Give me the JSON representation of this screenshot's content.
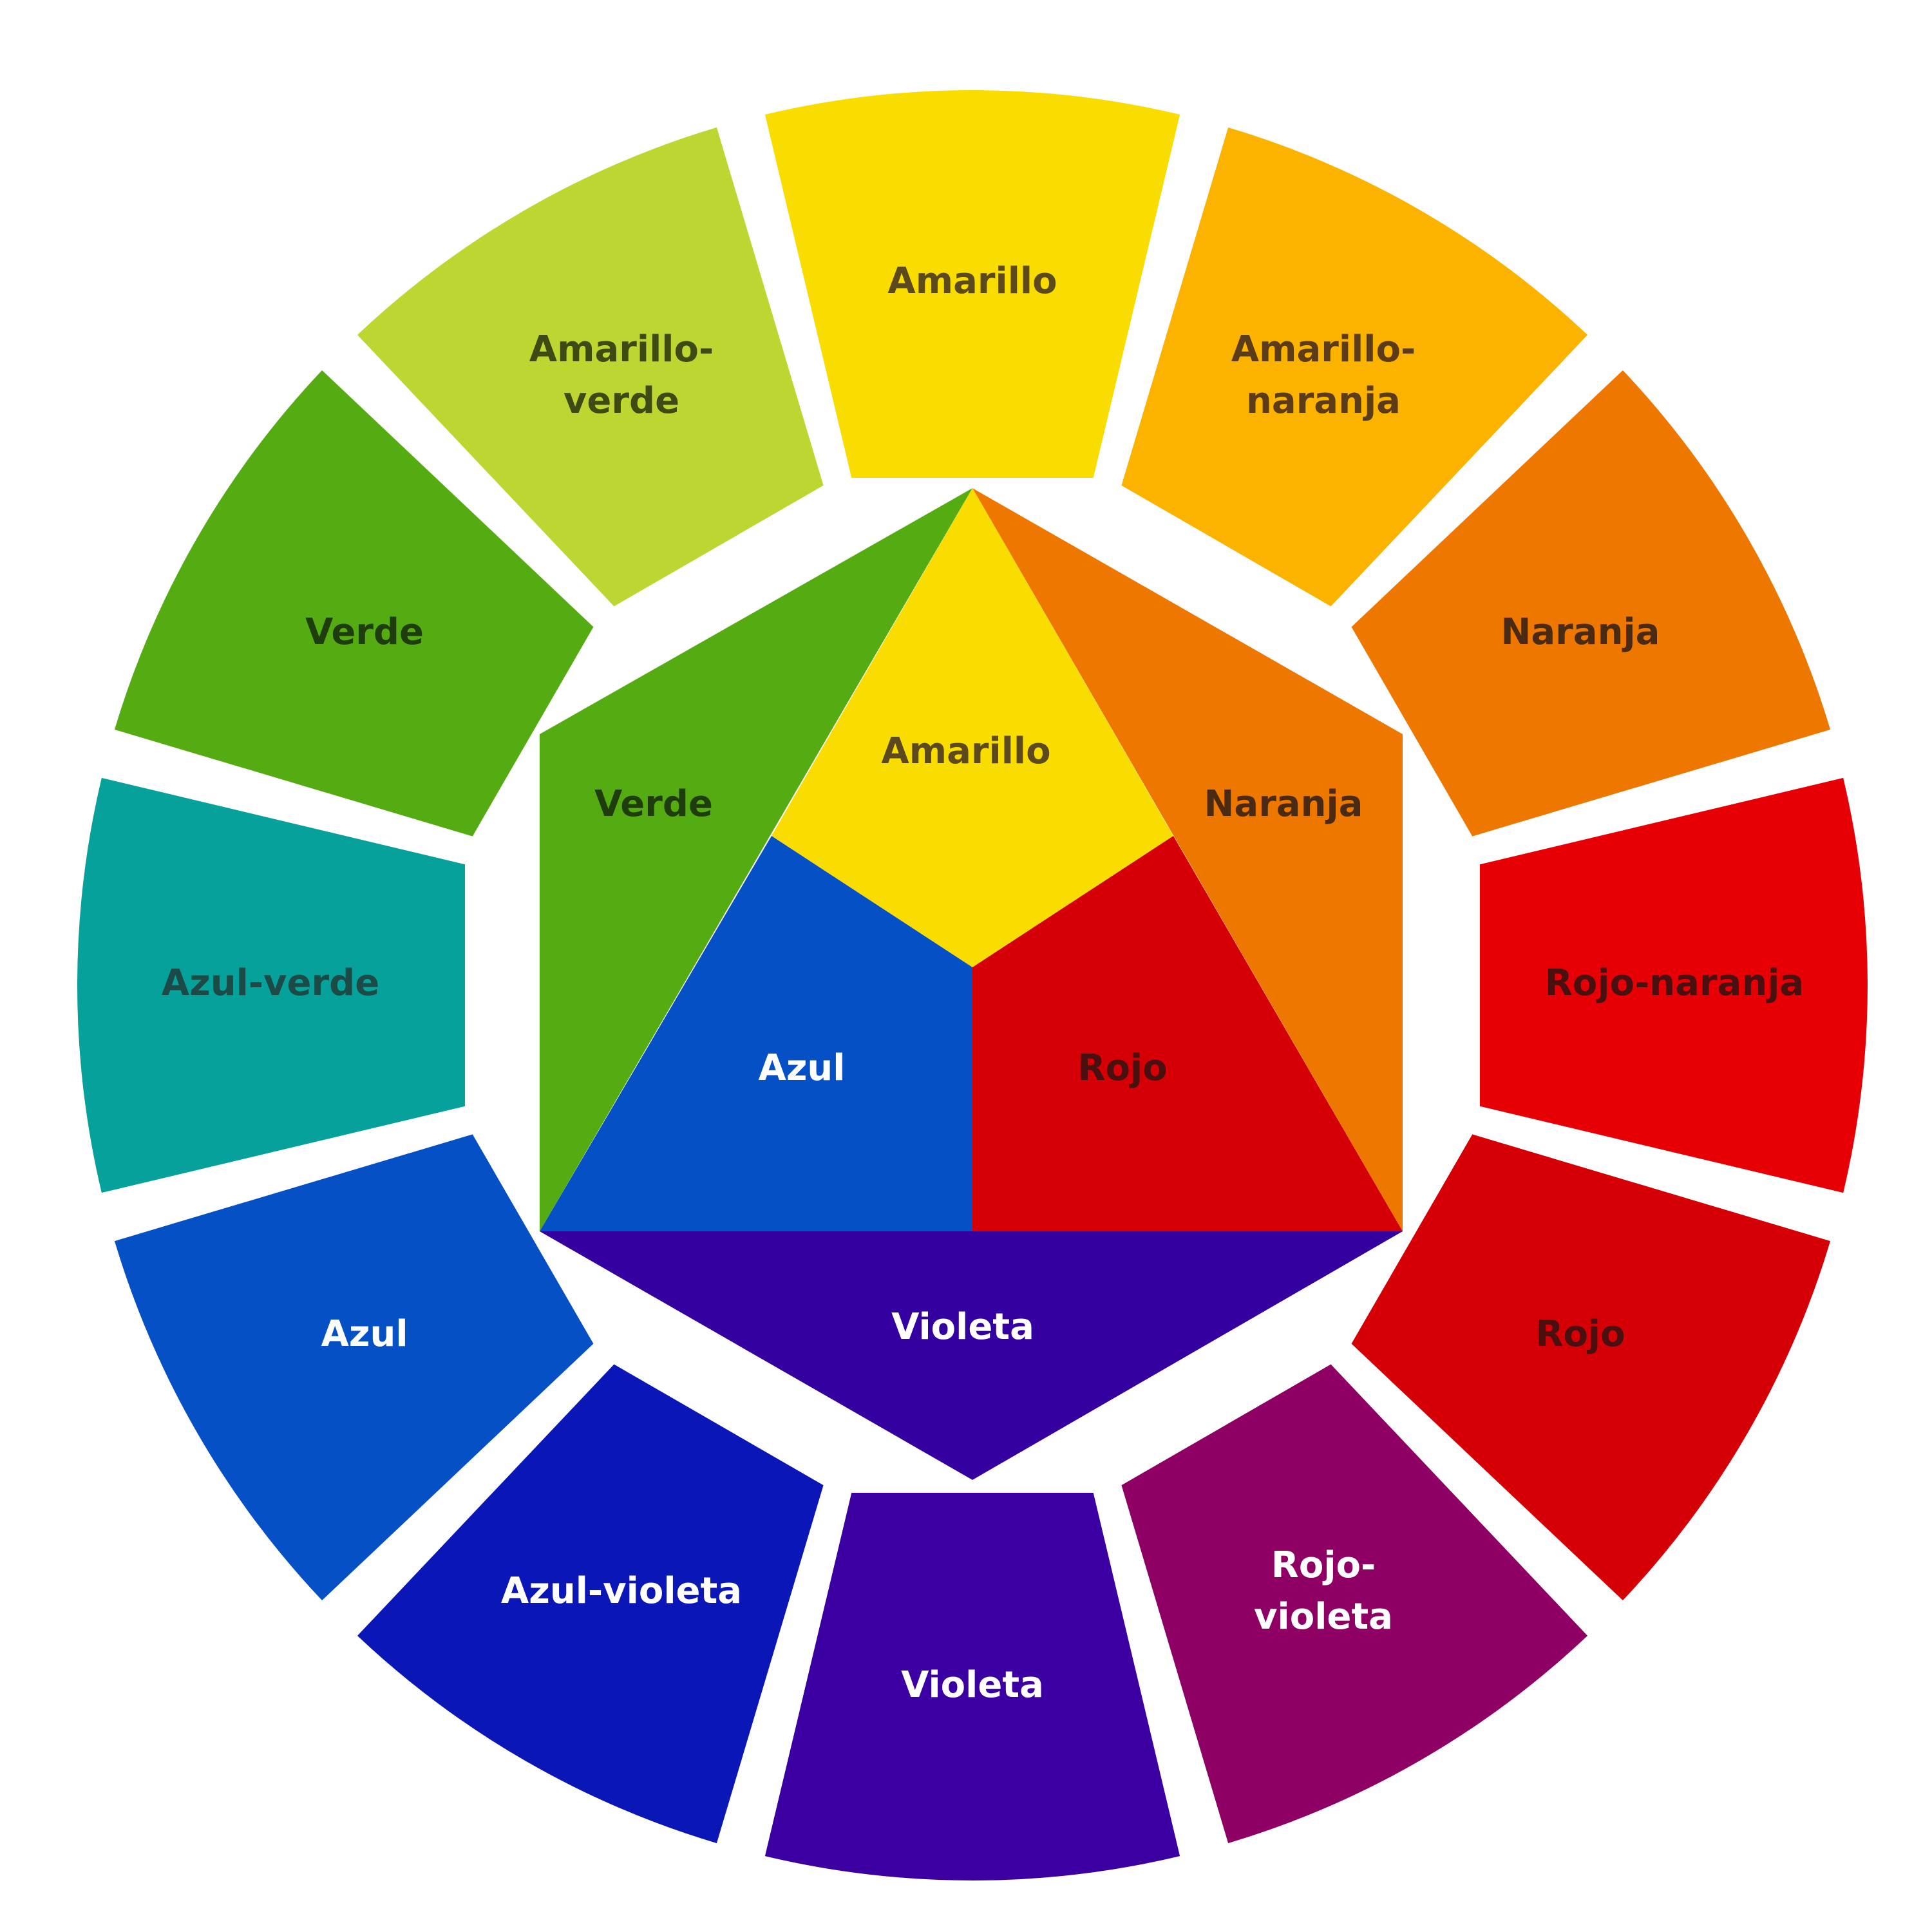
{
  "outer_ring": [
    {
      "lines": [
        "Amarillo"
      ],
      "color": "#f9dc00",
      "text_color": "#5c4a1c"
    },
    {
      "lines": [
        "Amarillo-",
        "naranja"
      ],
      "color": "#fbb300",
      "text_color": "#5c3b17"
    },
    {
      "lines": [
        "Naranja"
      ],
      "color": "#ee7700",
      "text_color": "#4a2a12"
    },
    {
      "lines": [
        "Rojo-naranja"
      ],
      "color": "#e60005",
      "text_color": "#4a1010"
    },
    {
      "lines": [
        "Rojo"
      ],
      "color": "#d50005",
      "text_color": "#4a1010"
    },
    {
      "lines": [
        "Rojo-",
        "violeta"
      ],
      "color": "#8e0064",
      "text_color": "#ffffff"
    },
    {
      "lines": [
        "Violeta"
      ],
      "color": "#3c00a2",
      "text_color": "#ffffff"
    },
    {
      "lines": [
        "Azul-violeta"
      ],
      "color": "#0a16b6",
      "text_color": "#ffffff"
    },
    {
      "lines": [
        "Azul"
      ],
      "color": "#0550c4",
      "text_color": "#ffffff"
    },
    {
      "lines": [
        "Azul-verde"
      ],
      "color": "#06a19b",
      "text_color": "#1c4a47"
    },
    {
      "lines": [
        "Verde"
      ],
      "color": "#55ab12",
      "text_color": "#1f3d0c"
    },
    {
      "lines": [
        "Amarillo-",
        "verde"
      ],
      "color": "#bdd632",
      "text_color": "#3d4a12"
    }
  ],
  "inner_core": {
    "amarillo": {
      "label": "Amarillo",
      "color": "#f9dc00",
      "text_color": "#5c4a1c"
    },
    "rojo": {
      "label": "Rojo",
      "color": "#d50005",
      "text_color": "#4a1010"
    },
    "azul": {
      "label": "Azul",
      "color": "#0550c4",
      "text_color": "#ffffff"
    },
    "naranja": {
      "label": "Naranja",
      "color": "#ee7700",
      "text_color": "#4a2a12"
    },
    "violeta": {
      "label": "Violeta",
      "color": "#3400a0",
      "text_color": "#ffffff"
    },
    "verde": {
      "label": "Verde",
      "color": "#55ab12",
      "text_color": "#1f3d0c"
    }
  }
}
